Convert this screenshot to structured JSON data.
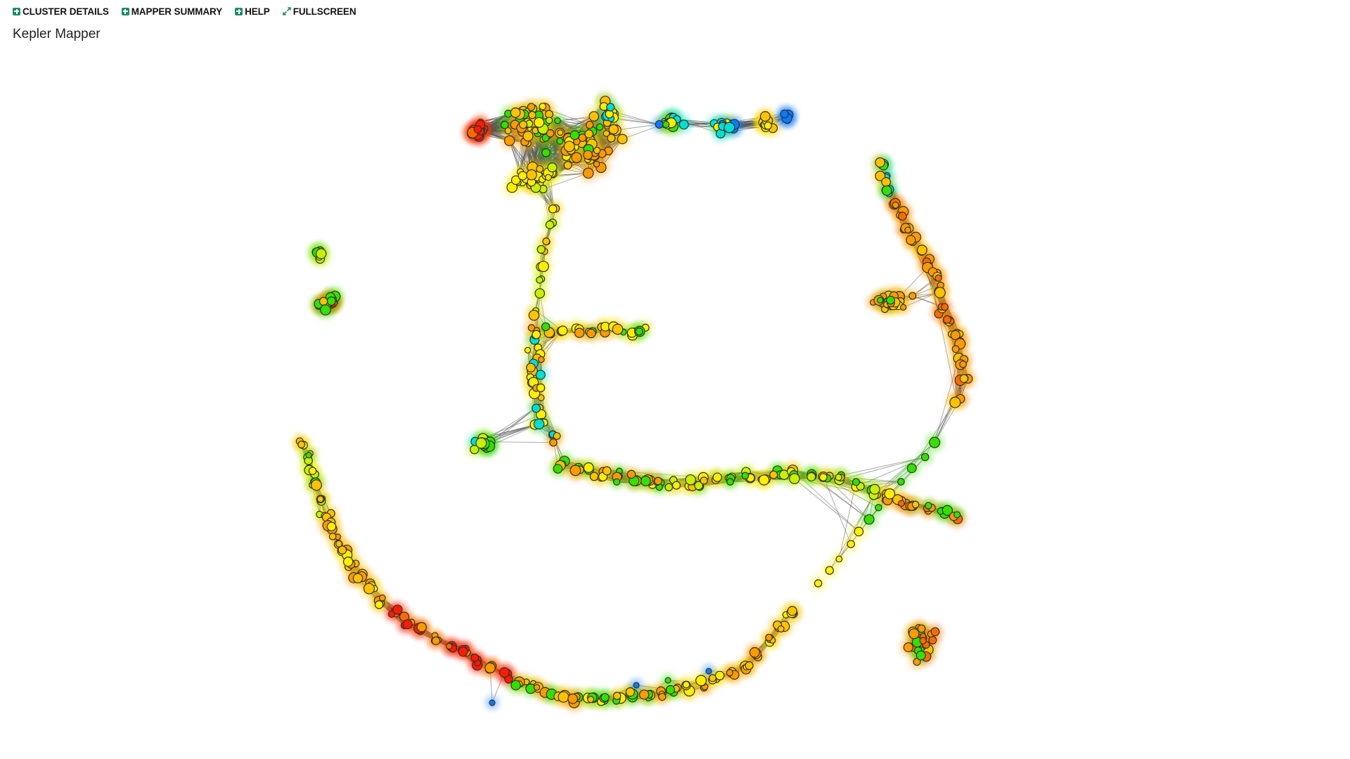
{
  "toolbar": {
    "cluster_details": "CLUSTER DETAILS",
    "mapper_summary": "MAPPER SUMMARY",
    "help": "HELP",
    "fullscreen": "FULLSCREEN"
  },
  "title": "Kepler Mapper",
  "palette": {
    "red": "#ff1a00",
    "orange_red": "#ff6a00",
    "orange": "#ff9a00",
    "amber": "#ffc200",
    "yellow": "#ffee00",
    "yellow_green": "#c8f000",
    "green": "#33e000",
    "cyan": "#00e0d0",
    "blue": "#0a7aff",
    "toolbar_icon": "#1f8a6b"
  },
  "icons": {
    "cluster_details": "plus-square-icon",
    "mapper_summary": "plus-square-icon",
    "help": "plus-square-icon",
    "fullscreen": "expand-arrows-icon"
  }
}
